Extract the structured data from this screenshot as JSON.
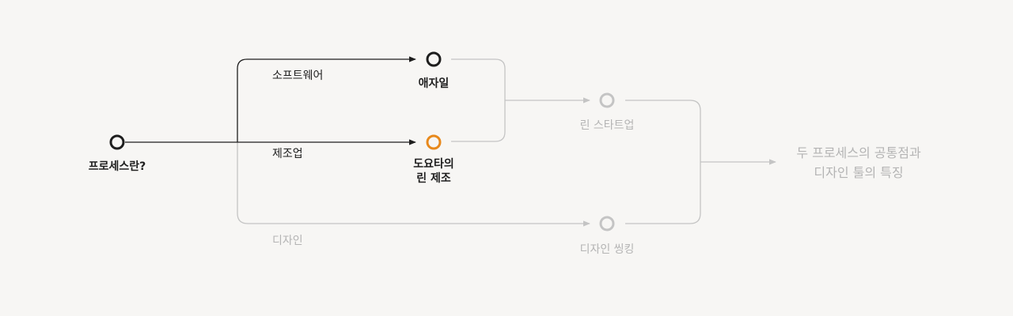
{
  "colors": {
    "background": "#f7f6f4",
    "active": "#1e1e1e",
    "inactive": "#c4c4c4",
    "inactive_text": "#b4b4b4",
    "highlight": "#e8891c"
  },
  "nodes": {
    "start": "프로세스란?",
    "agile": "애자일",
    "toyota_line1": "도요타의",
    "toyota_line2": "린 제조",
    "lean_startup": "린 스타트업",
    "design_thinking": "디자인 씽킹",
    "conclusion_line1": "두 프로세스의 공통점과",
    "conclusion_line2": "디자인 툴의 특징"
  },
  "edges": {
    "software": "소프트웨어",
    "manufacturing": "제조업",
    "design": "디자인"
  }
}
